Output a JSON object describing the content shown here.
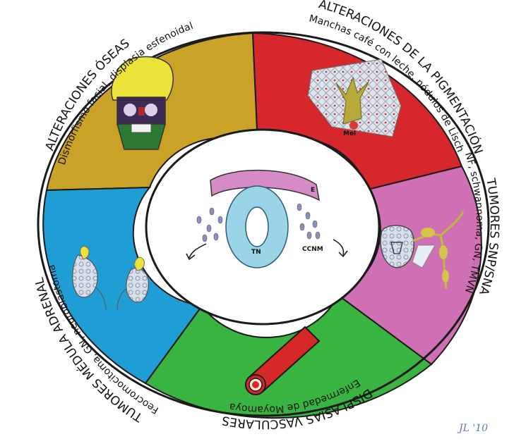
{
  "sections": [
    {
      "id": "bone",
      "title": "ALTERACIONES ÓSEAS",
      "subtitle": "Dismorfismo facial, displasia esfenoidal",
      "color": "#c9a227"
    },
    {
      "id": "pigment",
      "title": "ALTERACIONES DE LA PIGMENTACIÓN",
      "subtitle": "Manchas café con leche, nódulos de Lisch",
      "color": "#d6282c"
    },
    {
      "id": "snp",
      "title": "TUMORES SNP/SNA",
      "subtitle": "NF, schwannoma, GN, TMVN",
      "color": "#cf70b4"
    },
    {
      "id": "vascular",
      "title": "DISPLASIAS VASCULARES",
      "subtitle": "Enfermedad de Moyamoya",
      "color": "#3ab441"
    },
    {
      "id": "adrenal",
      "title": "TUMORES MÉDULA ADRENAL",
      "subtitle": "Feocromocitoma, GN, neuroblastoma",
      "color": "#1f9ed6"
    }
  ],
  "center_labels": {
    "ectoderm": "E",
    "neural_tube": "TN",
    "neural_crest": "CCNM"
  },
  "cell_label": "Mel",
  "signature": "JL '10"
}
